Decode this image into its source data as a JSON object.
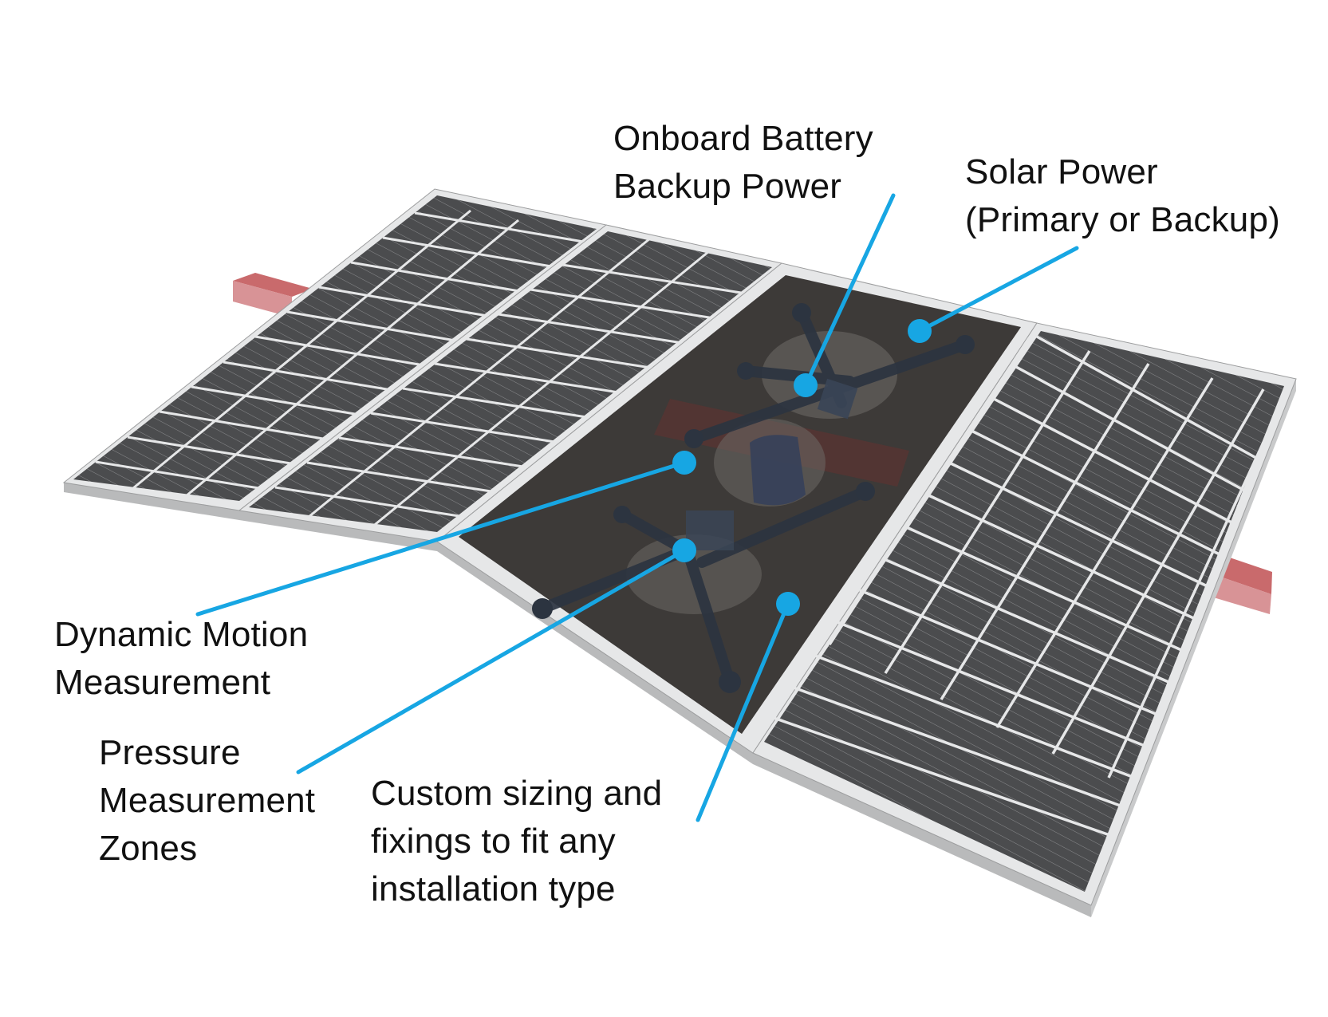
{
  "diagram": {
    "subject": "Solar panel array with sensor device panel",
    "colors": {
      "callout": "#17a6e3",
      "panel_cell": "#4b4c4e",
      "panel_frame": "#e6e7e8",
      "panel_edge": "#b9babb",
      "device_panel": "#3d3a38",
      "device_arms": "#2c3440",
      "rail": "#c76b6e"
    },
    "callouts": [
      {
        "id": "battery",
        "lines": [
          "Onboard Battery",
          "Backup Power"
        ]
      },
      {
        "id": "solar",
        "lines": [
          "Solar Power",
          "(Primary or Backup)"
        ]
      },
      {
        "id": "motion",
        "lines": [
          "Dynamic Motion",
          "Measurement"
        ]
      },
      {
        "id": "pressure",
        "lines": [
          "Pressure",
          "Measurement",
          "Zones"
        ]
      },
      {
        "id": "custom",
        "lines": [
          "Custom sizing and",
          "fixings to fit any",
          "installation type"
        ]
      }
    ]
  }
}
